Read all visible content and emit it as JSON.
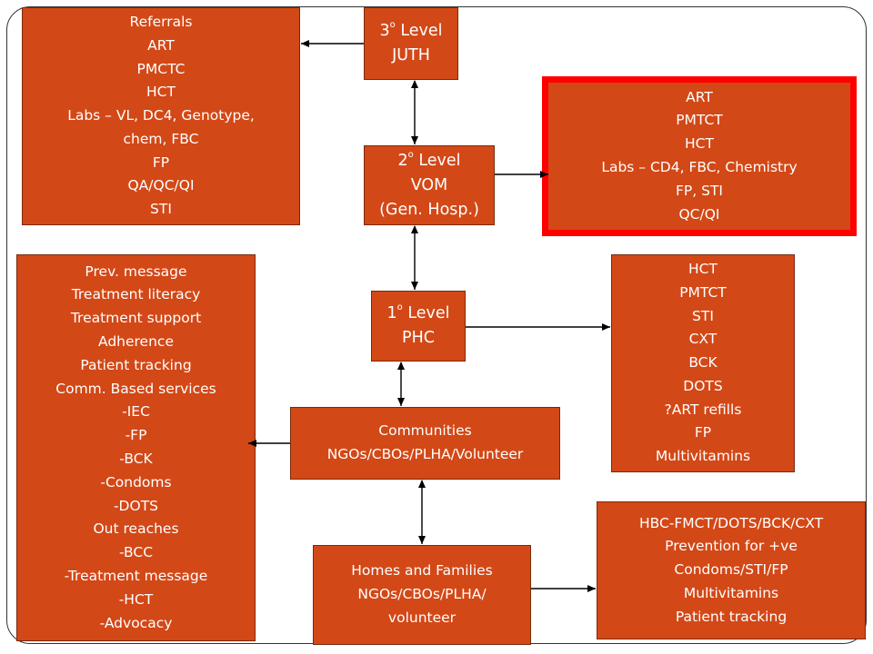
{
  "levels": {
    "tertiary": {
      "degree": "3",
      "suffix": " Level",
      "name": "JUTH"
    },
    "secondary": {
      "degree": "2",
      "suffix": " Level",
      "name": "VOM",
      "sub": "(Gen. Hosp.)"
    },
    "primary": {
      "degree": "1",
      "suffix": " Level",
      "name": "PHC"
    }
  },
  "boxes": {
    "juth_services": [
      "Referrals",
      "ART",
      "PMCTC",
      "HCT",
      "Labs – VL, DC4, Genotype,",
      "chem, FBC",
      "FP",
      "QA/QC/QI",
      "STI"
    ],
    "vom_services": [
      "ART",
      "PMTCT",
      "HCT",
      "Labs – CD4, FBC, Chemistry",
      "FP, STI",
      "QC/QI"
    ],
    "phc_services": [
      "HCT",
      "PMTCT",
      "STI",
      "CXT",
      "BCK",
      "DOTS",
      "?ART refills",
      "FP",
      "Multivitamins"
    ],
    "community_services": [
      "Prev. message",
      "Treatment literacy",
      "Treatment support",
      "Adherence",
      "Patient tracking",
      "Comm. Based services",
      "-IEC",
      "-FP",
      "-BCK",
      "-Condoms",
      "-DOTS",
      "Out reaches",
      "-BCC",
      "-Treatment message",
      "-HCT",
      "-Advocacy"
    ],
    "communities": [
      "Communities",
      "NGOs/CBOs/PLHA/Volunteer"
    ],
    "homes": [
      "Homes and Families",
      "NGOs/CBOs/PLHA/",
      "volunteer"
    ],
    "home_services": [
      "HBC-FMCT/DOTS/BCK/CXT",
      "Prevention for +ve",
      "Condoms/STI/FP",
      "Multivitamins",
      "Patient tracking"
    ]
  },
  "colors": {
    "box_fill": "#d34817",
    "highlight_border": "#ff0000",
    "text": "#ffffff",
    "arrow": "#000000"
  }
}
